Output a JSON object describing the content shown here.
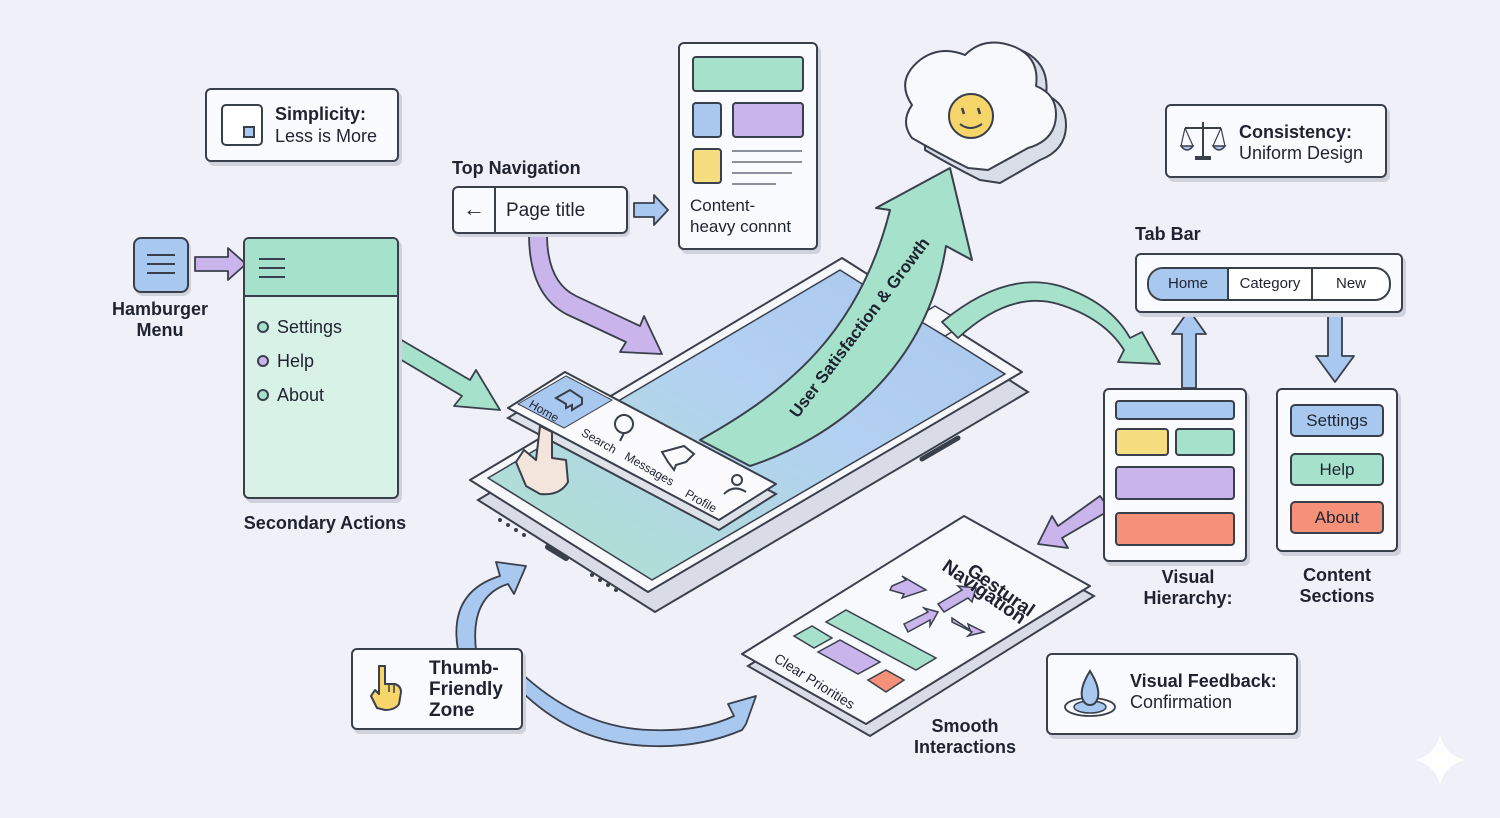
{
  "simplicity": {
    "title": "Simplicity:",
    "subtitle": "Less is More"
  },
  "consistency": {
    "title": "Consistency:",
    "subtitle": "Uniform Design"
  },
  "top_navigation": {
    "label": "Top Navigation",
    "page_title": "Page title"
  },
  "content_card": {
    "line1": "Content-",
    "line2": "heavy connnt"
  },
  "hamburger": {
    "line1": "Hamburger",
    "line2": "Menu"
  },
  "secondary_actions": {
    "label": "Secondary Actions",
    "items": [
      {
        "label": "Settings"
      },
      {
        "label": "Help"
      },
      {
        "label": "About"
      }
    ]
  },
  "tab_bar": {
    "label": "Tab Bar",
    "tabs": [
      {
        "label": "Home"
      },
      {
        "label": "Category"
      },
      {
        "label": "New"
      }
    ]
  },
  "phone_nav": {
    "home": "Home",
    "search": "Search",
    "messages": "Messages",
    "profile": "Profile"
  },
  "growth_arrow": {
    "label": "User Satisfaction & Growth"
  },
  "visual_hierarchy": {
    "line1": "Visual",
    "line2": "Hierarchy:"
  },
  "content_sections": {
    "line1": "Content",
    "line2": "Sections",
    "buttons": [
      {
        "label": "Settings"
      },
      {
        "label": "Help"
      },
      {
        "label": "About"
      }
    ]
  },
  "gestural": {
    "line1": "Gestural",
    "line2": "Navigation",
    "priorities": "Clear Priorities"
  },
  "smooth": {
    "line1": "Smooth",
    "line2": "Interactions"
  },
  "thumb": {
    "line1": "Thumb-",
    "line2": "Friendly",
    "line3": "Zone"
  },
  "feedback": {
    "title": "Visual Feedback:",
    "subtitle": "Confirmation"
  },
  "colors": {
    "mint": "#a8e1cc",
    "lavender": "#c9b4ec",
    "blue": "#a9c8ef",
    "yellow": "#f6dd7f",
    "coral": "#f59179",
    "outline": "#3a3f4c",
    "background": "#eff0f8"
  }
}
